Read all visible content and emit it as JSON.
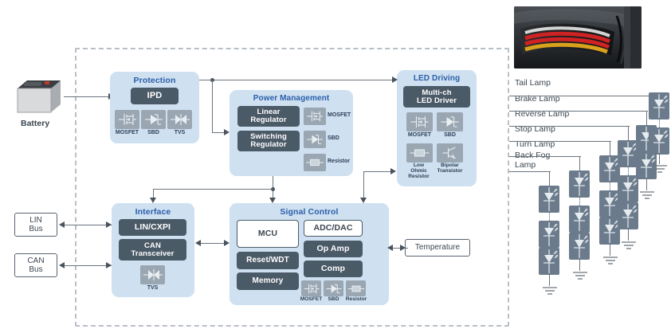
{
  "diagram": {
    "title": "Automotive Rear Lamp LED Driving Block Diagram",
    "boundary_label": "system-boundary"
  },
  "colors": {
    "block_fill": "#cfe0f1",
    "block_title": "#2a5fa8",
    "chip_fill": "#4b5a67",
    "symbol_tile": "#9aa7b2",
    "line": "#6b747d",
    "led_tile": "#6b7b8c"
  },
  "external": {
    "battery_label": "Battery",
    "lin_bus_label": "LIN\nBus",
    "lin_bus_line1": "LIN",
    "lin_bus_line2": "Bus",
    "can_bus_line1": "CAN",
    "can_bus_line2": "Bus",
    "temperature_label": "Temperature",
    "photo_alt": "car-tail-lamp-photo"
  },
  "blocks": [
    {
      "id": "protection",
      "title": "Protection",
      "chips": [
        "IPD"
      ],
      "symbols": [
        {
          "name": "mosfet-symbol",
          "label": "MOSFET"
        },
        {
          "name": "sbd-symbol",
          "label": "SBD"
        },
        {
          "name": "tvs-symbol",
          "label": "TVS"
        }
      ]
    },
    {
      "id": "power-management",
      "title": "Power Management",
      "chips": [
        "Linear\nRegulator",
        "Switching\nRegulator"
      ],
      "chip_lines": [
        [
          "Linear",
          "Regulator"
        ],
        [
          "Switching",
          "Regulator"
        ]
      ],
      "symbols": [
        {
          "name": "mosfet-symbol",
          "label": "MOSFET"
        },
        {
          "name": "sbd-symbol",
          "label": "SBD"
        },
        {
          "name": "resistor-symbol",
          "label": "Resistor"
        }
      ]
    },
    {
      "id": "led-driving",
      "title": "LED Driving",
      "chip_lines": [
        [
          "Multi-ch",
          "LED Driver"
        ]
      ],
      "symbols": [
        {
          "name": "mosfet-symbol",
          "label": "MOSFET"
        },
        {
          "name": "sbd-symbol",
          "label": "SBD"
        },
        {
          "name": "low-ohmic-resistor-symbol",
          "label": "Low\nOhmic\nResistor",
          "label_lines": [
            "Low",
            "Ohmic",
            "Resistor"
          ]
        },
        {
          "name": "bipolar-transistor-symbol",
          "label": "Bipolar\nTransistor",
          "label_lines": [
            "Bipolar",
            "Transistor"
          ]
        }
      ]
    },
    {
      "id": "interface",
      "title": "Interface",
      "chip_lines": [
        [
          "LIN/CXPI"
        ],
        [
          "CAN",
          "Transceiver"
        ]
      ],
      "symbols": [
        {
          "name": "tvs-symbol",
          "label": "TVS"
        }
      ]
    },
    {
      "id": "signal-control",
      "title": "Signal Control",
      "chips_left": [
        "MCU",
        "Reset/WDT",
        "Memory"
      ],
      "chips_right": [
        "ADC/DAC",
        "Op Amp",
        "Comp"
      ],
      "white_chips": [
        "MCU",
        "ADC/DAC"
      ],
      "symbols": [
        {
          "name": "mosfet-symbol",
          "label": "MOSFET"
        },
        {
          "name": "sbd-symbol",
          "label": "SBD"
        },
        {
          "name": "resistor-symbol",
          "label": "Resistor"
        }
      ]
    }
  ],
  "block_labels": {
    "protection": "Protection",
    "power_management": "Power Management",
    "led_driving": "LED Driving",
    "interface": "Interface",
    "signal_control": "Signal Control"
  },
  "chip_text": {
    "ipd": "IPD",
    "linear_1": "Linear",
    "linear_2": "Regulator",
    "switching_1": "Switching",
    "switching_2": "Regulator",
    "multich_1": "Multi-ch",
    "multich_2": "LED Driver",
    "lin_cxpi": "LIN/CXPI",
    "can_1": "CAN",
    "can_2": "Transceiver",
    "mcu": "MCU",
    "reset_wdt": "Reset/WDT",
    "memory": "Memory",
    "adc_dac": "ADC/DAC",
    "op_amp": "Op Amp",
    "comp": "Comp"
  },
  "symbol_labels": {
    "mosfet": "MOSFET",
    "sbd": "SBD",
    "tvs": "TVS",
    "resistor": "Resistor",
    "low_ohmic_1": "Low",
    "low_ohmic_2": "Ohmic",
    "low_ohmic_3": "Resistor",
    "bipolar_1": "Bipolar",
    "bipolar_2": "Transistor"
  },
  "lamps": [
    {
      "label": "Tail Lamp",
      "led_count": 3
    },
    {
      "label": "Brake Lamp",
      "led_count": 3
    },
    {
      "label": "Reverse Lamp",
      "led_count": 3
    },
    {
      "label": "Stop Lamp",
      "led_count": 3
    },
    {
      "label": "Turn Lamp",
      "led_count": 3
    },
    {
      "label": "Back Fog Lamp",
      "label_lines": [
        "Back Fog",
        "Lamp"
      ],
      "led_count": 3
    }
  ]
}
